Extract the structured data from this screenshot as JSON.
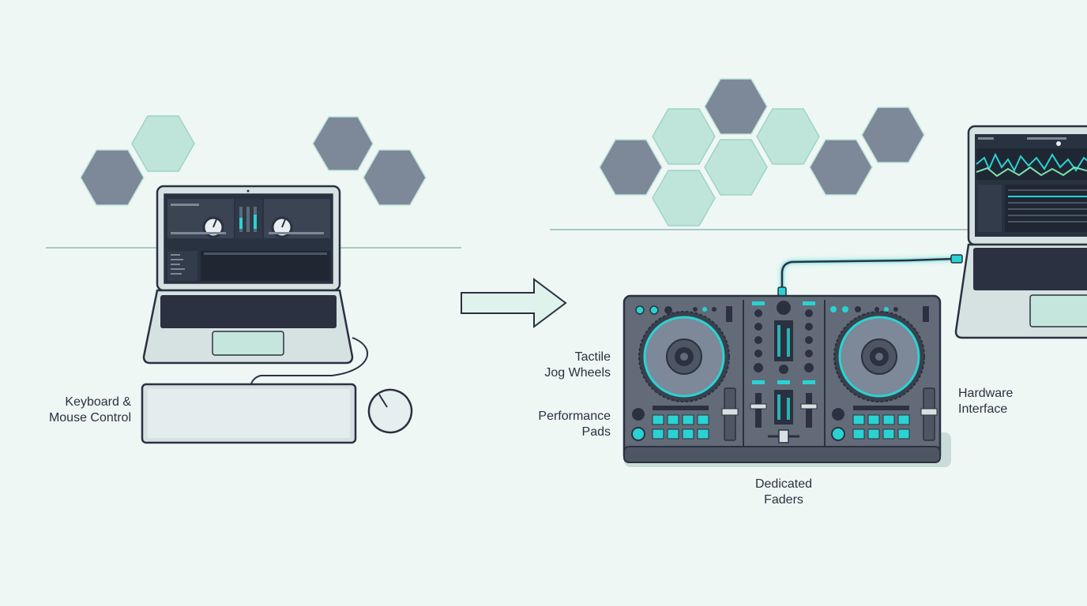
{
  "labels": {
    "keyboard_mouse": {
      "line1": "Keyboard &",
      "line2": "Mouse Control"
    },
    "jog_wheels": {
      "line1": "Tactile",
      "line2": "Jog Wheels"
    },
    "performance_pads": {
      "line1": "Performance",
      "line2": "Pads"
    },
    "hardware_interface": {
      "line1": "Hardware",
      "line2": "Interface"
    },
    "dedicated_faders": {
      "line1": "Dedicated",
      "line2": "Faders"
    }
  },
  "colors": {
    "background": "#eef7f4",
    "outline": "#2b3140",
    "hex_gray": "#7d8898",
    "hex_mint": "#bfe5da",
    "controller_body": "#636b78",
    "accent_cyan": "#29d3d3",
    "screen_dark": "#283241"
  },
  "icons": {
    "flow_arrow": "right-arrow-icon",
    "hexagons": "hexagon-cluster"
  }
}
